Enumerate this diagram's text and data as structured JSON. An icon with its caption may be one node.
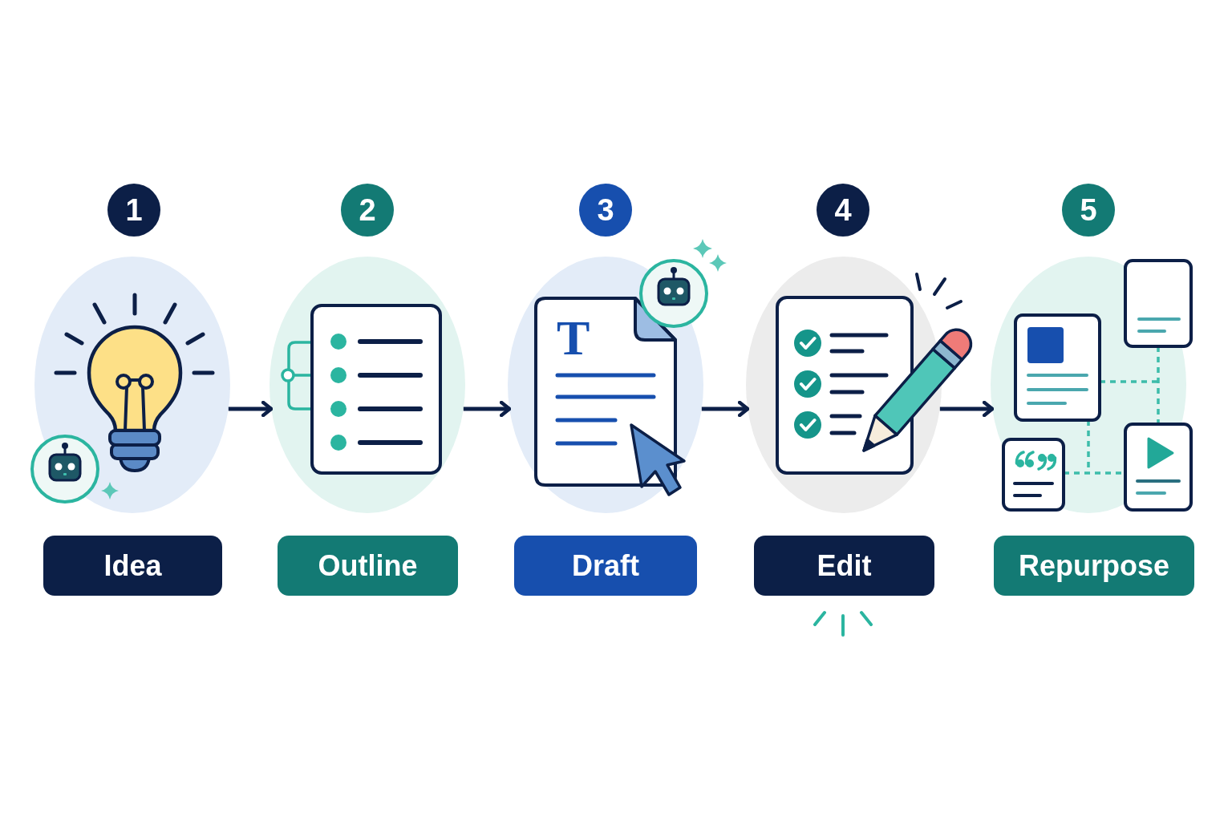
{
  "diagram": {
    "nodes": [
      {
        "text": [
          "1"
        ]
      },
      {
        "text": [],
        "shape": "picture"
      },
      {
        "text": [
          "Idea"
        ]
      },
      {
        "text": [
          "2"
        ]
      },
      {
        "text": [],
        "shape": "picture"
      },
      {
        "text": [
          "Outline"
        ]
      },
      {
        "text": [
          "3"
        ]
      },
      {
        "text": [],
        "shape": "picture"
      },
      {
        "text": [
          "Draft"
        ]
      },
      {
        "text": [
          "4"
        ]
      },
      {
        "text": [],
        "shape": "picture"
      },
      {
        "text": [
          "Edit"
        ]
      },
      {
        "text": [
          "5"
        ]
      },
      {
        "text": [],
        "shape": "picture"
      },
      {
        "text": [
          "Repurpose"
        ]
      }
    ],
    "edges": [
      {
        "from": 1,
        "to": 4,
        "arrow": "to"
      },
      {
        "from": 4,
        "to": 7,
        "arrow": "to"
      },
      {
        "from": 7,
        "to": 10,
        "arrow": "to"
      },
      {
        "from": 10,
        "to": 13,
        "arrow": "to"
      }
    ],
    "labels": [
      "T"
    ]
  }
}
